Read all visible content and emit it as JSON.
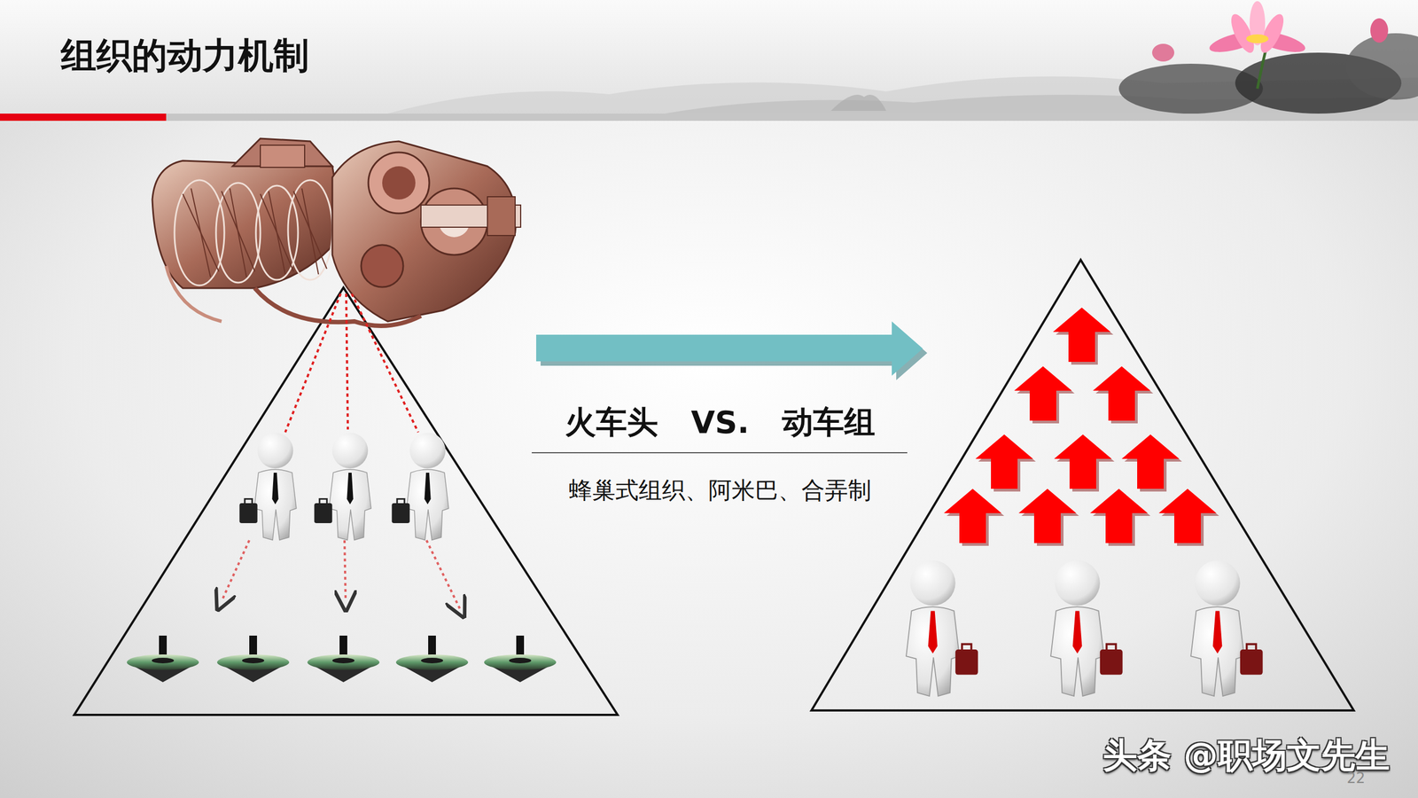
{
  "diagram": {
    "title": "组织的动力机制",
    "labels": [
      "火车头 VS. 动车组",
      "蜂巢式组织、阿米巴、合弄制",
      "头条 @职场文先生",
      "22"
    ]
  }
}
